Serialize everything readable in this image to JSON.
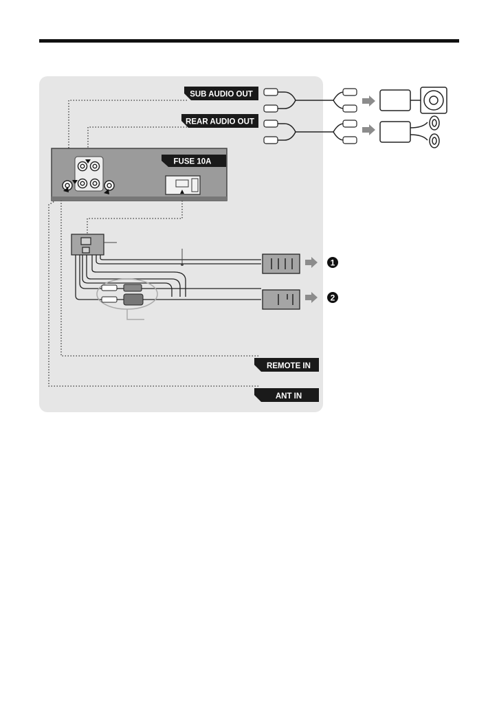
{
  "labels": {
    "sub_audio_out": "SUB AUDIO OUT",
    "rear_audio_out": "REAR AUDIO OUT",
    "fuse": "FUSE 10A",
    "remote_in": "REMOTE IN",
    "ant_in": "ANT IN"
  },
  "markers": {
    "one": "1",
    "two": "2"
  },
  "colors": {
    "panel": "#e6e6e6",
    "unit": "#9a9a9a",
    "label_bg": "#1a1a1a",
    "label_text": "#ffffff",
    "arrow": "#888888",
    "line": "#222222"
  }
}
